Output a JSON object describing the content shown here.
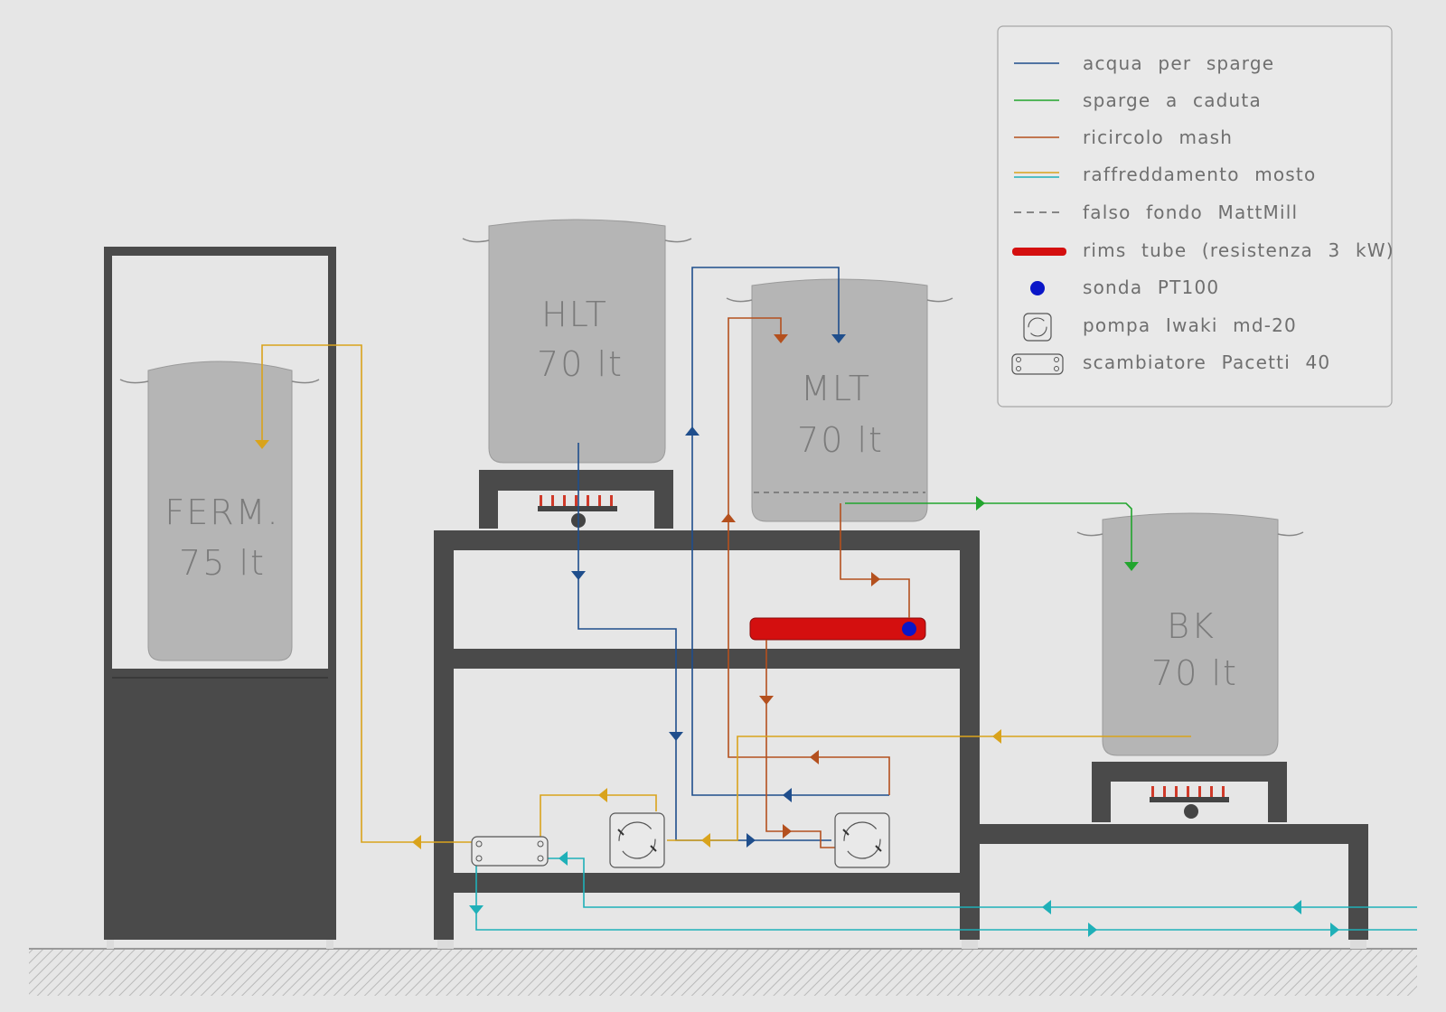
{
  "tanks": {
    "ferm": {
      "line1": "FERM.",
      "line2": "75 lt"
    },
    "hlt": {
      "line1": "HLT",
      "line2": "70 lt"
    },
    "mlt": {
      "line1": "MLT",
      "line2": "70 lt"
    },
    "bk": {
      "line1": "BK",
      "line2": "70 lt"
    }
  },
  "legend": {
    "items": [
      {
        "label": "acqua per sparge",
        "color": "#1f4e8c"
      },
      {
        "label": "sparge a caduta",
        "color": "#22a52e"
      },
      {
        "label": "ricircolo mash",
        "color": "#b4501e"
      },
      {
        "label": "raffreddamento mosto",
        "color": "#d9a31c",
        "color2": "#1fb0b8"
      },
      {
        "label": "falso fondo MattMill",
        "color": "#666666"
      },
      {
        "label": "rims tube (resistenza 3 kW)",
        "color": "#d40f0f"
      },
      {
        "label": "sonda PT100",
        "color": "#0a16c8"
      },
      {
        "label": "pompa Iwaki md-20",
        "color": "#555555"
      },
      {
        "label": "scambiatore Pacetti 40",
        "color": "#555555"
      }
    ]
  },
  "colors": {
    "frame": "#4a4a4a",
    "tank": "#b5b5b5",
    "blue": "#1f4e8c",
    "green": "#22a52e",
    "brown": "#b4501e",
    "yellow": "#d9a31c",
    "cyan": "#1fb0b8",
    "red": "#d40f0f"
  }
}
